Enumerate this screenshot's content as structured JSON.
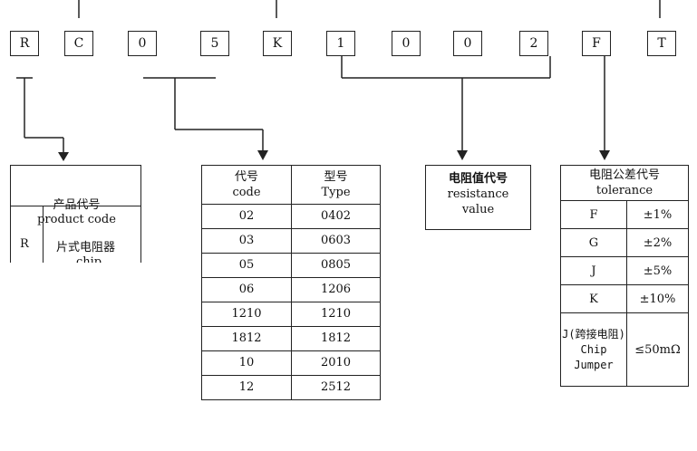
{
  "codes": [
    "R",
    "C",
    "0",
    "5",
    "K",
    "1",
    "0",
    "0",
    "2",
    "F",
    "T"
  ],
  "product_table": {
    "title_cn": "产品代号",
    "title_en": "product code",
    "code": "R",
    "desc_cn": "片式电阻器",
    "desc_en": "chip"
  },
  "type_table": {
    "header_code_cn": "代号",
    "header_code_en": "code",
    "header_type_cn": "型号",
    "header_type_en": "Type",
    "rows": [
      [
        "02",
        "0402"
      ],
      [
        "03",
        "0603"
      ],
      [
        "05",
        "0805"
      ],
      [
        "06",
        "1206"
      ],
      [
        "1210",
        "1210"
      ],
      [
        "1812",
        "1812"
      ],
      [
        "10",
        "2010"
      ],
      [
        "12",
        "2512"
      ]
    ]
  },
  "resistance_box": {
    "title_cn": "电阻值代号",
    "line1": "resistance",
    "line2": "value"
  },
  "tolerance_table": {
    "title_cn": "电阻公差代号",
    "title_en": "tolerance",
    "rows": [
      [
        "F",
        "±1%"
      ],
      [
        "G",
        "±2%"
      ],
      [
        "J",
        "±5%"
      ],
      [
        "K",
        "±10%"
      ]
    ],
    "jumper_label": "J(跨接电阻) Chip Jumper",
    "jumper_value": "≤50mΩ"
  }
}
